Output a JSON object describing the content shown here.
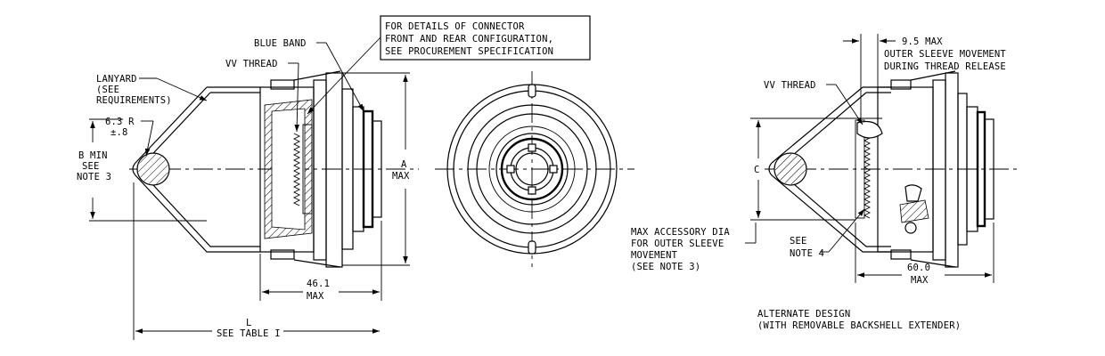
{
  "note_box": [
    "FOR DETAILS OF CONNECTOR",
    "FRONT AND REAR CONFIGURATION,",
    "SEE PROCUREMENT SPECIFICATION"
  ],
  "side_view": {
    "blue_band": "BLUE BAND",
    "vv_thread": "VV THREAD",
    "lanyard": [
      "LANYARD",
      "(SEE",
      "REQUIREMENTS)"
    ],
    "radius": [
      "6.3 R",
      "±.8"
    ],
    "b_min": [
      "B MIN",
      "SEE",
      "NOTE 3"
    ],
    "a_max": [
      "A",
      "MAX"
    ],
    "dim_46": [
      "46.1",
      "MAX"
    ],
    "dim_l": [
      "L",
      "SEE TABLE I"
    ]
  },
  "alt_view": {
    "dim_95": "9.5 MAX",
    "outer_sleeve": [
      "OUTER SLEEVE MOVEMENT",
      "DURING THREAD RELEASE"
    ],
    "vv_thread": "VV THREAD",
    "c_label": "C",
    "max_accessory": [
      "MAX ACCESSORY DIA",
      "FOR OUTER SLEEVE",
      "MOVEMENT",
      "(SEE NOTE 3)"
    ],
    "see_note4": [
      "SEE",
      "NOTE 4"
    ],
    "dim_60": [
      "60.0",
      "MAX"
    ],
    "caption": [
      "ALTERNATE DESIGN",
      "(WITH REMOVABLE BACKSHELL EXTENDER)"
    ]
  }
}
